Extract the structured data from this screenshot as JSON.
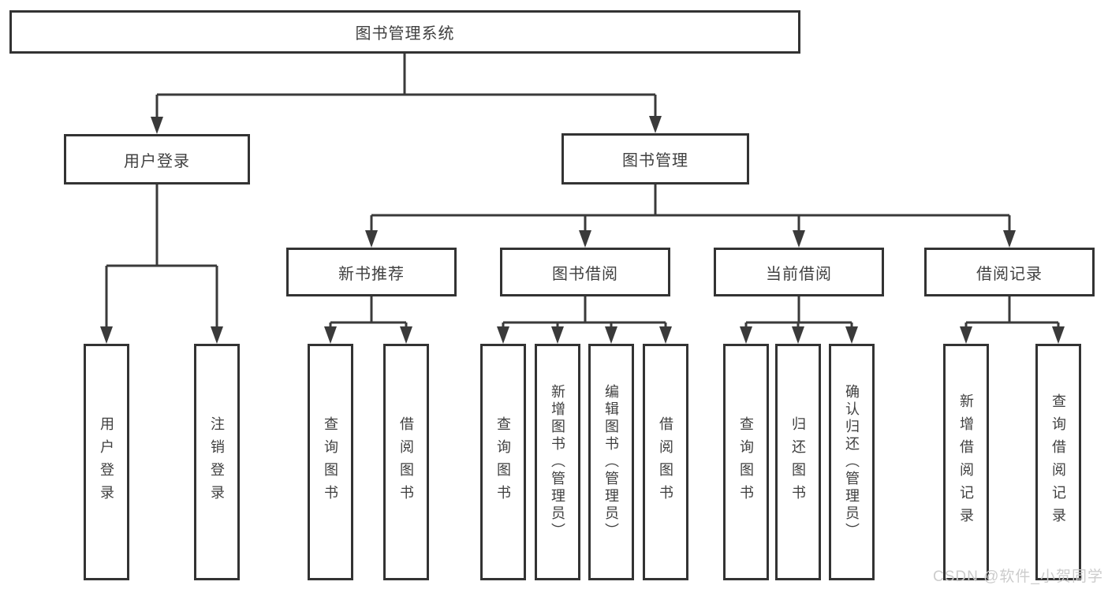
{
  "diagram": {
    "root": {
      "label": "图书管理系统"
    },
    "level1": [
      {
        "label": "用户登录"
      },
      {
        "label": "图书管理"
      }
    ],
    "level2": [
      {
        "label": "新书推荐"
      },
      {
        "label": "图书借阅"
      },
      {
        "label": "当前借阅"
      },
      {
        "label": "借阅记录"
      }
    ],
    "leaves": {
      "user_login": [
        "用户登录",
        "注销登录"
      ],
      "new_book": [
        "查询图书",
        "借阅图书"
      ],
      "book_borrow": [
        "查询图书",
        "新增图书（管理员）",
        "编辑图书（管理员）",
        "借阅图书"
      ],
      "current_borrow": [
        "查询图书",
        "归还图书",
        "确认归还（管理员）"
      ],
      "borrow_records": [
        "新增借阅记录",
        "查询借阅记录"
      ]
    },
    "colors": {
      "line": "#3a3a3a",
      "box_border": "#333333",
      "text": "#404040",
      "watermark": "#cccccc",
      "background": "#ffffff"
    },
    "watermark": "CSDN @软件_小贺同学"
  }
}
